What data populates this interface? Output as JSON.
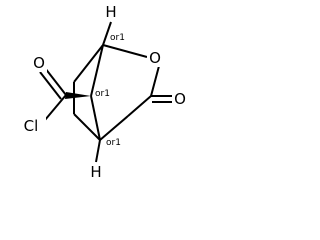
{
  "molecule": {
    "atoms": {
      "h_top": "H",
      "h_bottom": "H",
      "ring_oxygen": "O",
      "carbonyl_oxygen_lactone": "O",
      "carbonyl_oxygen_acyl": "O",
      "chlorine": "Cl"
    },
    "stereo_labels": {
      "c1": "or1",
      "c8": "or1",
      "c5": "or1"
    }
  }
}
